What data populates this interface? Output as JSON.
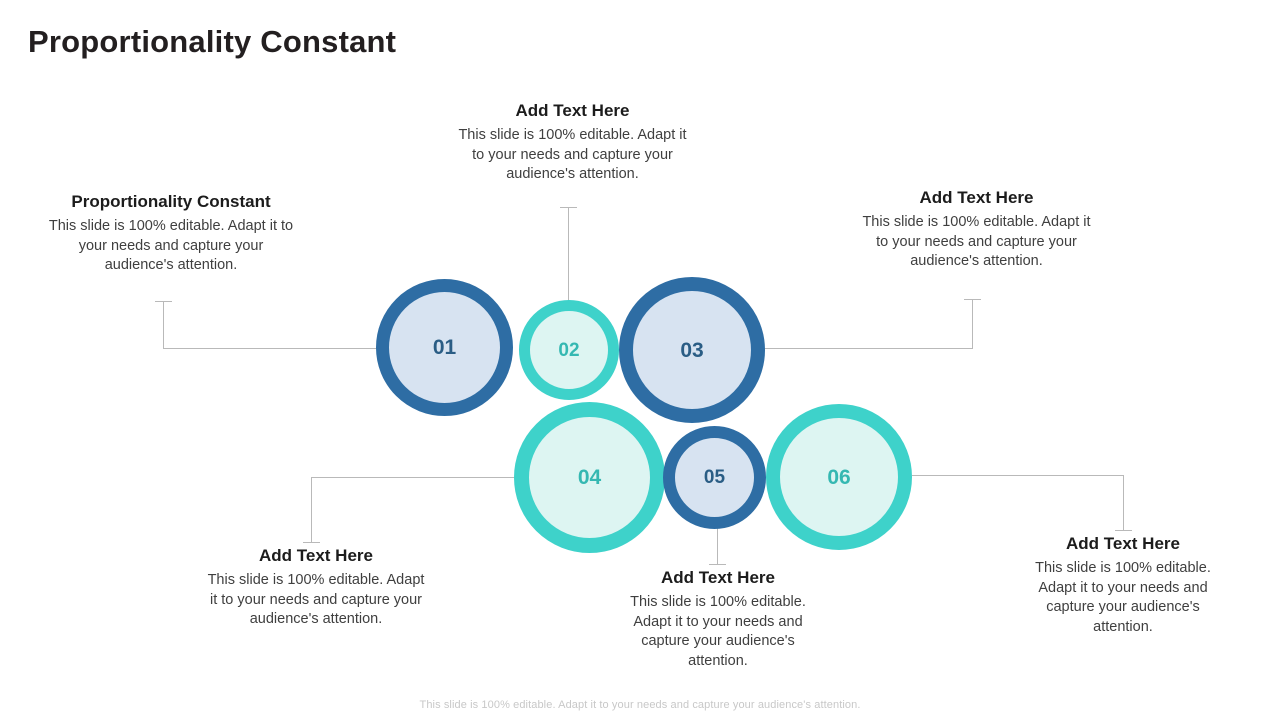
{
  "slide": {
    "title": "Proportionality Constant",
    "footer_note": "This slide is 100% editable. Adapt it to your needs and capture your audience's attention.",
    "background": "#ffffff"
  },
  "palette": {
    "blue_ring": "#2e6da4",
    "blue_fill": "#d7e3f1",
    "blue_text": "#2a5d85",
    "teal_ring": "#3ed2ca",
    "teal_fill": "#ddf5f2",
    "teal_text": "#35b8b2",
    "title_text": "#231f20",
    "body_text": "#3f3f3f",
    "connector_line": "#b9b9b9",
    "footer_text": "#c8c8c8"
  },
  "body_text_default": "This slide is 100% editable. Adapt it to your needs and capture your audience's attention.",
  "steps": [
    {
      "number": "01",
      "color": "blue",
      "heading": "Proportionality Constant",
      "body": "This slide is 100% editable. Adapt it to your needs and capture your audience's attention."
    },
    {
      "number": "02",
      "color": "teal",
      "heading": "Add Text Here",
      "body": "This slide is 100% editable. Adapt it to your needs and capture your audience's attention."
    },
    {
      "number": "03",
      "color": "blue",
      "heading": "Add Text Here",
      "body": "This slide is 100% editable. Adapt it to your needs and capture your audience's attention."
    },
    {
      "number": "04",
      "color": "teal",
      "heading": "Add Text Here",
      "body": "This slide is 100% editable. Adapt it to your needs and capture your audience's attention."
    },
    {
      "number": "05",
      "color": "blue",
      "heading": "Add Text Here",
      "body": "This slide is 100% editable. Adapt it to your needs and capture your audience's attention."
    },
    {
      "number": "06",
      "color": "teal",
      "heading": "Add Text Here",
      "body": "This slide is 100% editable. Adapt it to your needs and capture your audience's attention."
    }
  ]
}
